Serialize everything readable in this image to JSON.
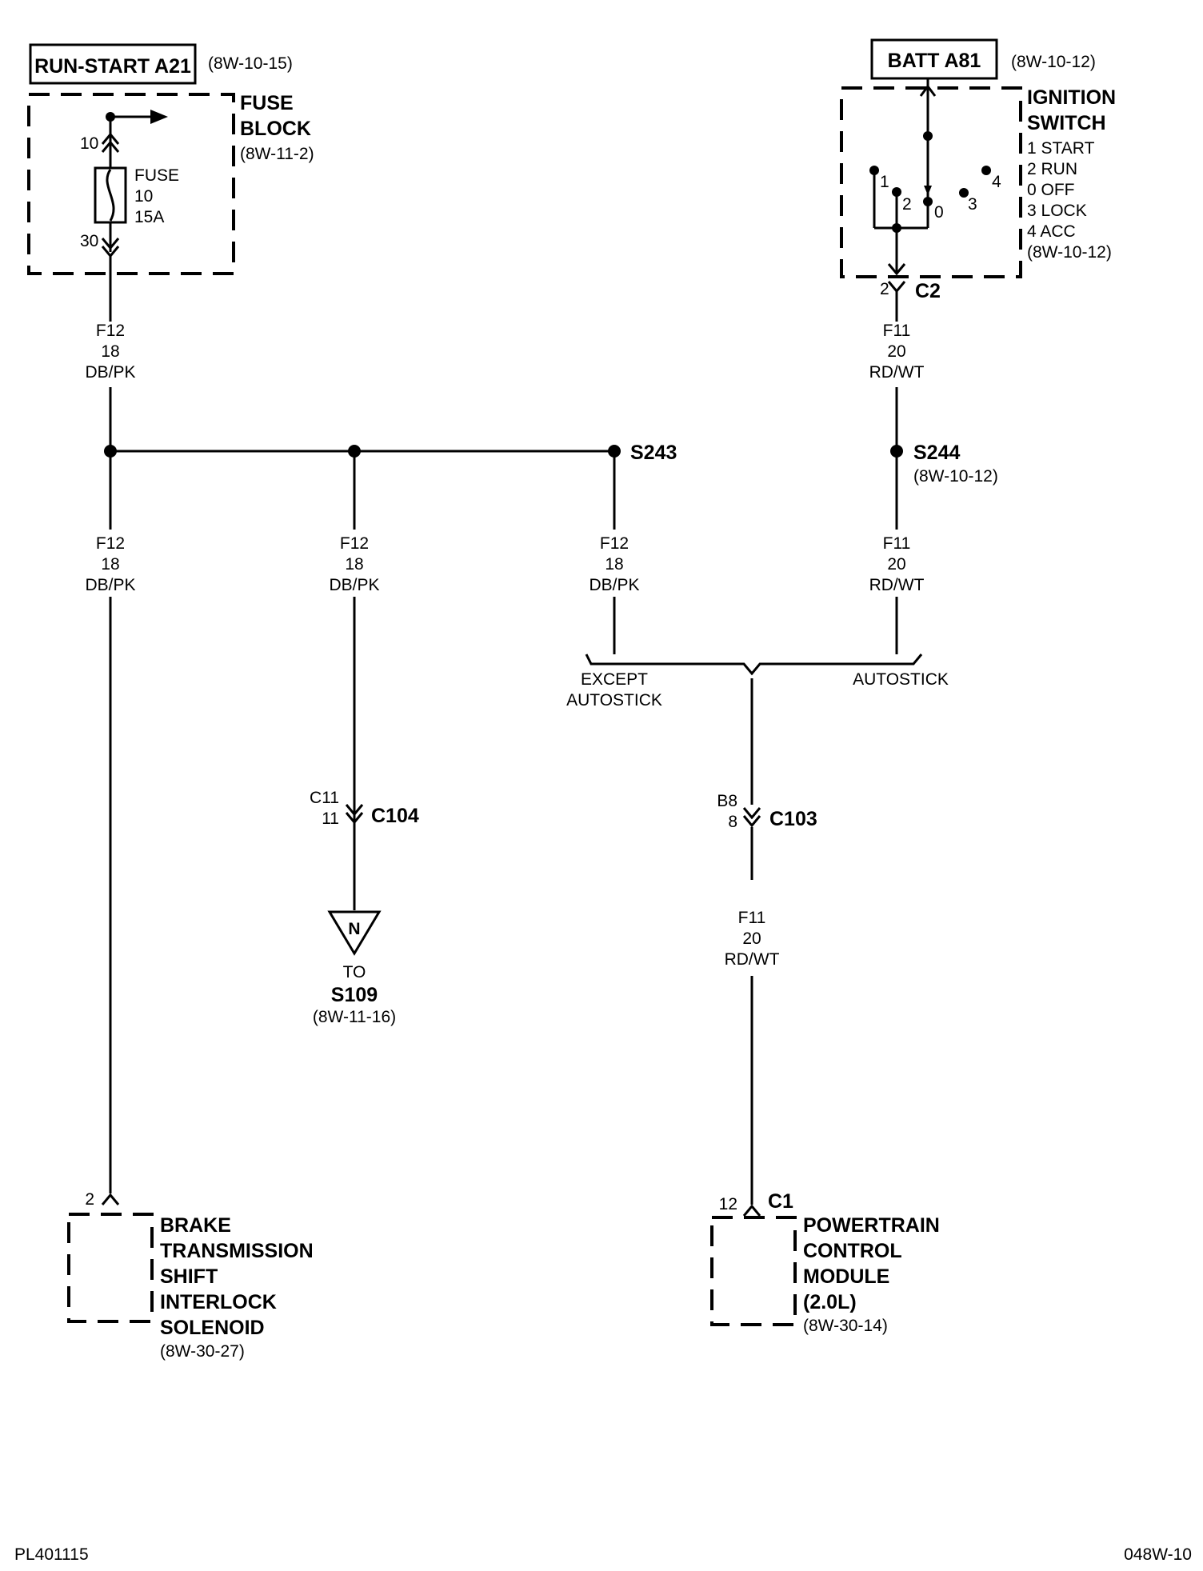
{
  "source_run_start": {
    "label": "RUN-START A21",
    "ref": "(8W-10-15)"
  },
  "fuse_block": {
    "title_line1": "FUSE",
    "title_line2": "BLOCK",
    "ref": "(8W-11-2)",
    "pin_top": "10",
    "pin_bottom": "30",
    "fuse_line1": "FUSE",
    "fuse_line2": "10",
    "fuse_line3": "15A"
  },
  "source_batt": {
    "label": "BATT A81",
    "ref": "(8W-10-12)"
  },
  "ignition_switch": {
    "title_line1": "IGNITION",
    "title_line2": "SWITCH",
    "positions": [
      "1 START",
      "2 RUN",
      "0 OFF",
      "3 LOCK",
      "4 ACC"
    ],
    "ref": "(8W-10-12)",
    "contact_labels": [
      "1",
      "2",
      "0",
      "3",
      "4"
    ],
    "connector": "C2",
    "connector_pin": "2"
  },
  "wires": {
    "f12_top": {
      "circuit": "F12",
      "gauge": "18",
      "color": "DB/PK"
    },
    "f11_top": {
      "circuit": "F11",
      "gauge": "20",
      "color": "RD/WT"
    },
    "f12_left": {
      "circuit": "F12",
      "gauge": "18",
      "color": "DB/PK"
    },
    "f12_mid": {
      "circuit": "F12",
      "gauge": "18",
      "color": "DB/PK"
    },
    "f12_right": {
      "circuit": "F12",
      "gauge": "18",
      "color": "DB/PK"
    },
    "f11_right": {
      "circuit": "F11",
      "gauge": "20",
      "color": "RD/WT"
    },
    "f11_bottom": {
      "circuit": "F11",
      "gauge": "20",
      "color": "RD/WT"
    }
  },
  "splices": {
    "s243": {
      "label": "S243"
    },
    "s244": {
      "label": "S244",
      "ref": "(8W-10-12)"
    }
  },
  "options": {
    "except_line1": "EXCEPT",
    "except_line2": "AUTOSTICK",
    "autostick": "AUTOSTICK"
  },
  "c104": {
    "label": "C104",
    "pin_line1": "C11",
    "pin_line2": "11"
  },
  "c103": {
    "label": "C103",
    "pin_line1": "B8",
    "pin_line2": "8"
  },
  "ground_ref": {
    "symbol": "N",
    "to": "TO",
    "target": "S109",
    "ref": "(8W-11-16)"
  },
  "brake_solenoid": {
    "pin": "2",
    "lines": [
      "BRAKE",
      "TRANSMISSION",
      "SHIFT",
      "INTERLOCK",
      "SOLENOID"
    ],
    "ref": "(8W-30-27)"
  },
  "pcm": {
    "pin": "12",
    "connector": "C1",
    "lines": [
      "POWERTRAIN",
      "CONTROL",
      "MODULE",
      "(2.0L)"
    ],
    "ref": "(8W-30-14)"
  },
  "footer": {
    "left": "PL401115",
    "right": "048W-10"
  }
}
